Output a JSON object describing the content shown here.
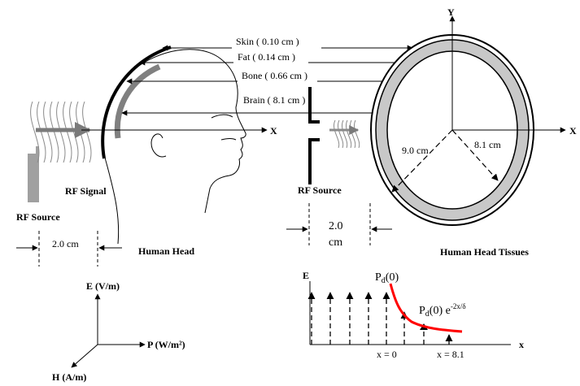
{
  "labels": {
    "skin": "Skin ( 0.10 cm )",
    "fat": "Fat ( 0.14 cm )",
    "bone": "Bone ( 0.66 cm )",
    "brain": "Brain ( 8.1 cm )",
    "rf_signal": "RF Signal",
    "rf_source_left": "RF Source",
    "rf_source_mid": "RF Source",
    "human_head": "Human Head",
    "human_head_tissues": "Human Head Tissues",
    "dist_left": "2.0 cm",
    "dist_mid_num": "2.0",
    "dist_mid_unit": "cm",
    "radius_outer": "9.0 cm",
    "radius_inner": "8.1 cm",
    "axis_x_head": "X",
    "axis_x_circle": "X",
    "axis_y_circle": "Y"
  },
  "axes3d": {
    "e": "E (V/m)",
    "p": "P (W/m²)",
    "h": "H (A/m)"
  },
  "decay_plot": {
    "y_label": "E",
    "x_label": "x",
    "pd0": "P",
    "pd0_sub": "d",
    "pd0_tail": "(0)",
    "formula_p": "P",
    "formula_sub": "d",
    "formula_mid": "(0) e",
    "formula_exp": "-2x/δ",
    "x0": "x = 0",
    "x81": "x = 8.1"
  },
  "colors": {
    "decay_curve": "#ff0000",
    "tissue_ring": "#c8c8c8",
    "source_block": "#a0a0a0"
  }
}
